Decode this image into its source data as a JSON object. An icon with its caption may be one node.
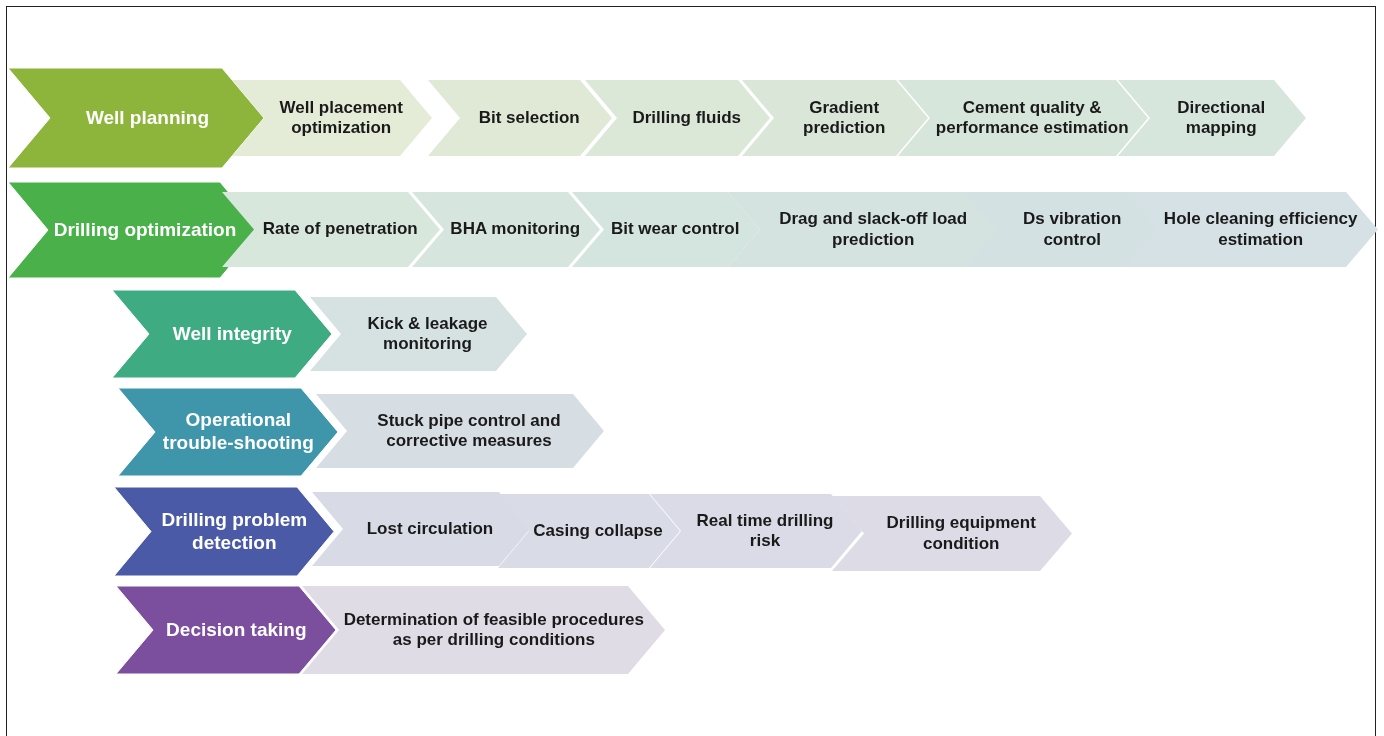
{
  "diagram": {
    "nodes": [
      {
        "text": [
          "Well planning"
        ]
      },
      {
        "text": [
          "Well placement optimization"
        ]
      },
      {
        "text": [
          "Bit selection"
        ]
      },
      {
        "text": [
          "Drilling fluids"
        ]
      },
      {
        "text": [
          "Gradient prediction"
        ]
      },
      {
        "text": [
          "Cement quality & performance estimation"
        ]
      },
      {
        "text": [
          "Directional mapping"
        ]
      },
      {
        "text": [
          "Drilling optimization"
        ]
      },
      {
        "text": [
          "Rate of penetration"
        ]
      },
      {
        "text": [
          "BHA monitoring"
        ]
      },
      {
        "text": [
          "Bit wear control"
        ]
      },
      {
        "text": [
          "Drag and slack-off load prediction"
        ]
      },
      {
        "text": [
          "Ds vibration control"
        ]
      },
      {
        "text": [
          "Hole cleaning efficiency estimation"
        ]
      },
      {
        "text": [
          "Well integrity"
        ]
      },
      {
        "text": [
          "Kick & leakage monitoring"
        ]
      },
      {
        "text": [
          "Operational trouble-shooting"
        ]
      },
      {
        "text": [
          "Stuck pipe control and corrective measures"
        ]
      },
      {
        "text": [
          "Drilling problem detection"
        ]
      },
      {
        "text": [
          "Lost circulation"
        ]
      },
      {
        "text": [
          "Casing collapse"
        ]
      },
      {
        "text": [
          "Real time drilling risk"
        ]
      },
      {
        "text": [
          "Drilling equipment condition"
        ]
      },
      {
        "text": [
          "Decision taking"
        ]
      },
      {
        "text": [
          "Determination of feasible procedures as per drilling conditions"
        ]
      }
    ]
  }
}
